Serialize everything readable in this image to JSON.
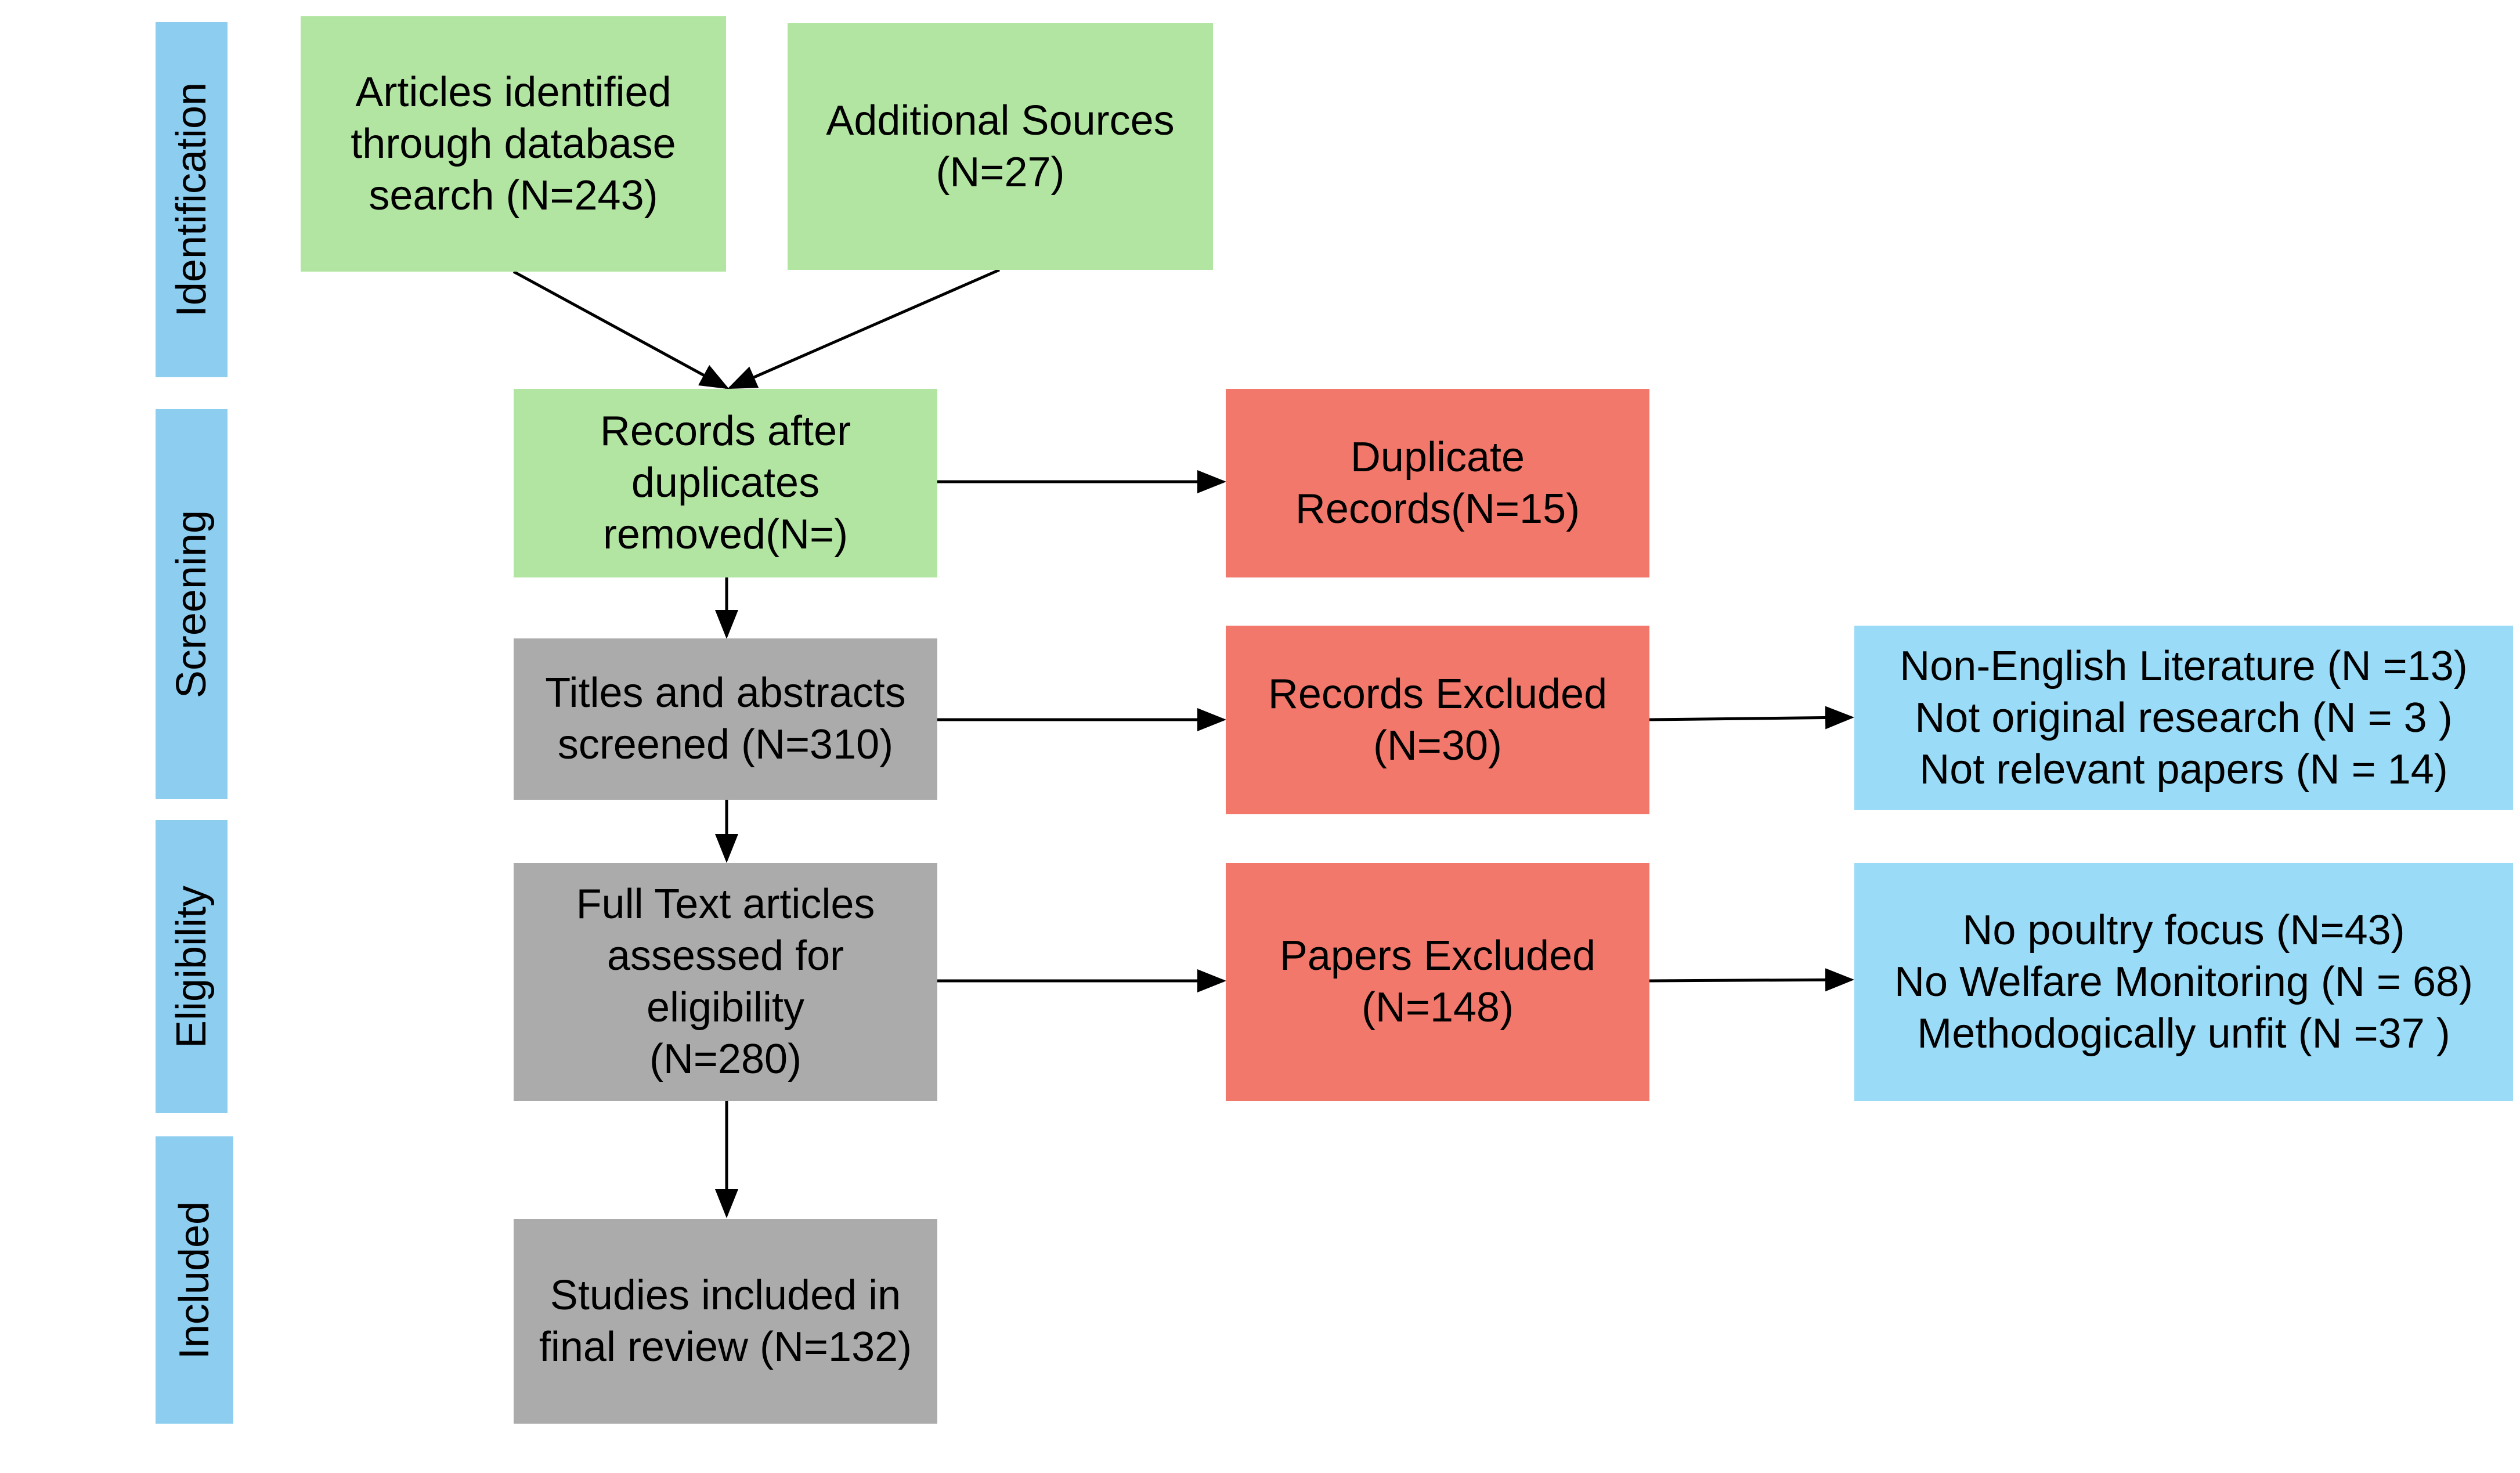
{
  "stages": {
    "identification": "Identification",
    "screening": "Screening",
    "eligibility": "Eligibility",
    "included": "Included"
  },
  "boxes": {
    "identified": [
      "Articles identified",
      "through database",
      "search (N=243)"
    ],
    "additional": [
      "Additional Sources",
      "(N=27)"
    ],
    "after_duplicates": [
      "Records after",
      "duplicates",
      "removed(N=)"
    ],
    "duplicate_records": [
      "Duplicate",
      "Records(N=15)"
    ],
    "titles_screened": [
      "Titles and abstracts",
      "screened (N=310)"
    ],
    "records_excluded": [
      "Records Excluded",
      "(N=30)"
    ],
    "records_excluded_reasons": [
      "Non-English Literature (N =13)",
      "Not original research (N = 3 )",
      "Not relevant papers (N = 14)"
    ],
    "full_text": [
      "Full Text articles",
      "assessed for",
      "eligibility",
      "(N=280)"
    ],
    "papers_excluded": [
      "Papers Excluded",
      "(N=148)"
    ],
    "papers_excluded_reasons": [
      "No poultry focus (N=43)",
      "No Welfare Monitoring (N = 68)",
      "Methodogically unfit (N =37 )"
    ],
    "included_studies": [
      "Studies included in",
      "final review (N=132)"
    ]
  },
  "colors": {
    "stage": "#8ccdf0",
    "green": "#b3e5a2",
    "red": "#f2786b",
    "grey": "#ababab",
    "blue": "#9adcf7",
    "arrow": "#000000"
  }
}
